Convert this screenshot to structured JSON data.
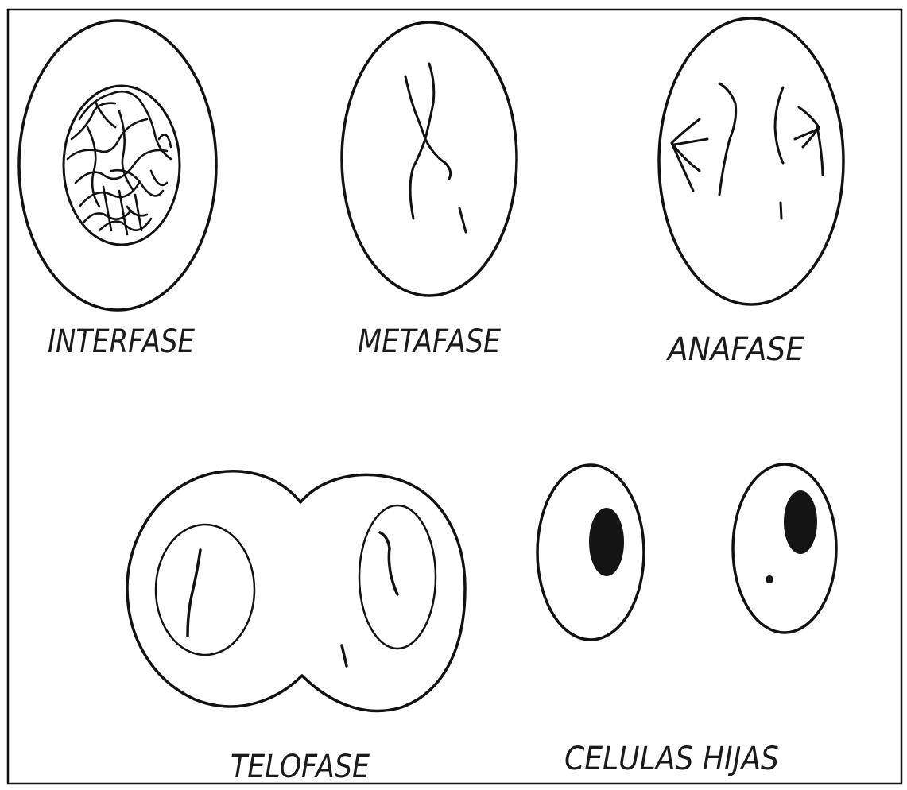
{
  "labels": {
    "interfase": "INTERFASE",
    "metafase": "METAFASE",
    "anafase": "ANAFASE",
    "telofase": "TELOFASE",
    "celulas_hijas": "CELULAS HIJAS"
  }
}
